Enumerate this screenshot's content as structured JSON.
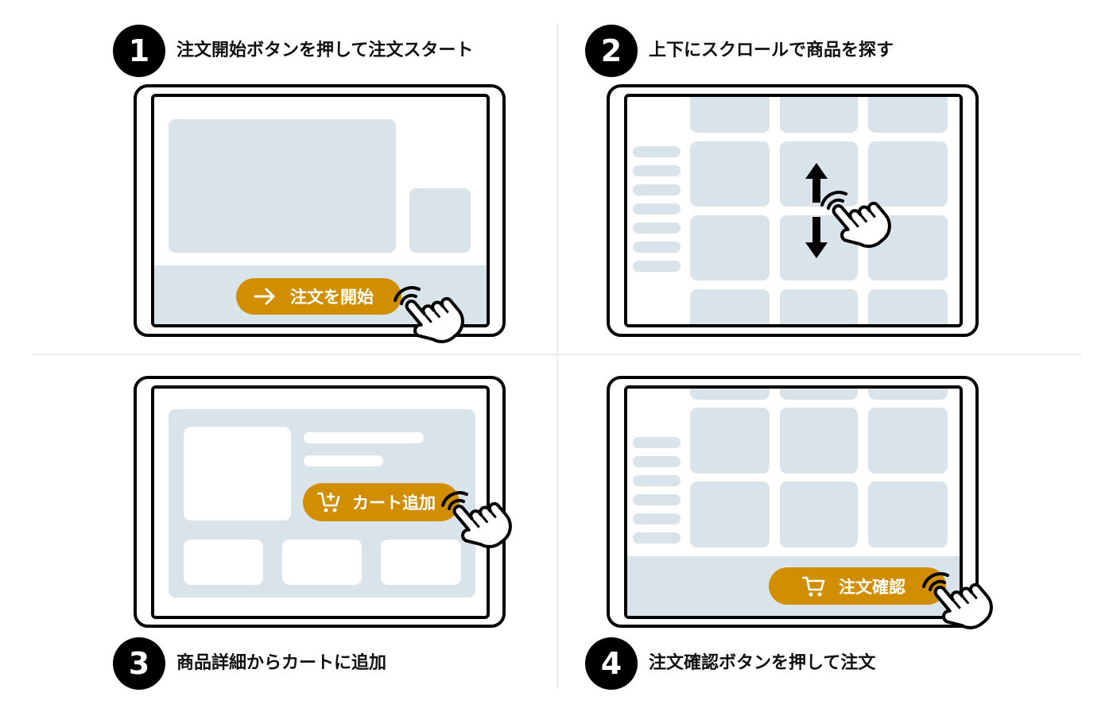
{
  "steps": [
    {
      "number": "1",
      "title": "注文開始ボタンを押して注文スタート",
      "button_label": "注文を開始",
      "button_icon": "arrow-right-icon"
    },
    {
      "number": "2",
      "title": "上下にスクロールで商品を探す",
      "gesture_icon": "scroll-up-down-icon"
    },
    {
      "number": "3",
      "title": "商品詳細からカートに追加",
      "button_label": "カート追加",
      "button_icon": "cart-plus-icon"
    },
    {
      "number": "4",
      "title": "注文確認ボタンを押して注文",
      "button_label": "注文確認",
      "button_icon": "cart-icon"
    }
  ],
  "colors": {
    "accent": "#d18e00",
    "placeholder": "#d9e3ea",
    "ink": "#000000"
  }
}
